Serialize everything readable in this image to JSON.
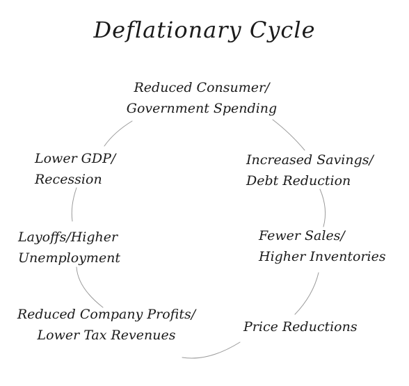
{
  "title": "Deflationary Cycle",
  "colors": {
    "text": "#1a1a1a",
    "connector": "#9a9a9a",
    "background": "#ffffff"
  },
  "nodes": [
    {
      "id": "reduced-spending",
      "lines": [
        "Reduced Consumer/",
        "Government Spending"
      ]
    },
    {
      "id": "increased-savings",
      "lines": [
        "Increased Savings/",
        "Debt Reduction"
      ]
    },
    {
      "id": "fewer-sales",
      "lines": [
        "Fewer Sales/",
        "Higher Inventories"
      ]
    },
    {
      "id": "price-reductions",
      "lines": [
        "Price Reductions"
      ]
    },
    {
      "id": "reduced-profits",
      "lines": [
        "Reduced Company Profits/",
        "Lower Tax Revenues"
      ]
    },
    {
      "id": "layoffs",
      "lines": [
        "Layoffs/Higher",
        "Unemployment"
      ]
    },
    {
      "id": "lower-gdp",
      "lines": [
        "Lower GDP/",
        "Recession"
      ]
    }
  ]
}
